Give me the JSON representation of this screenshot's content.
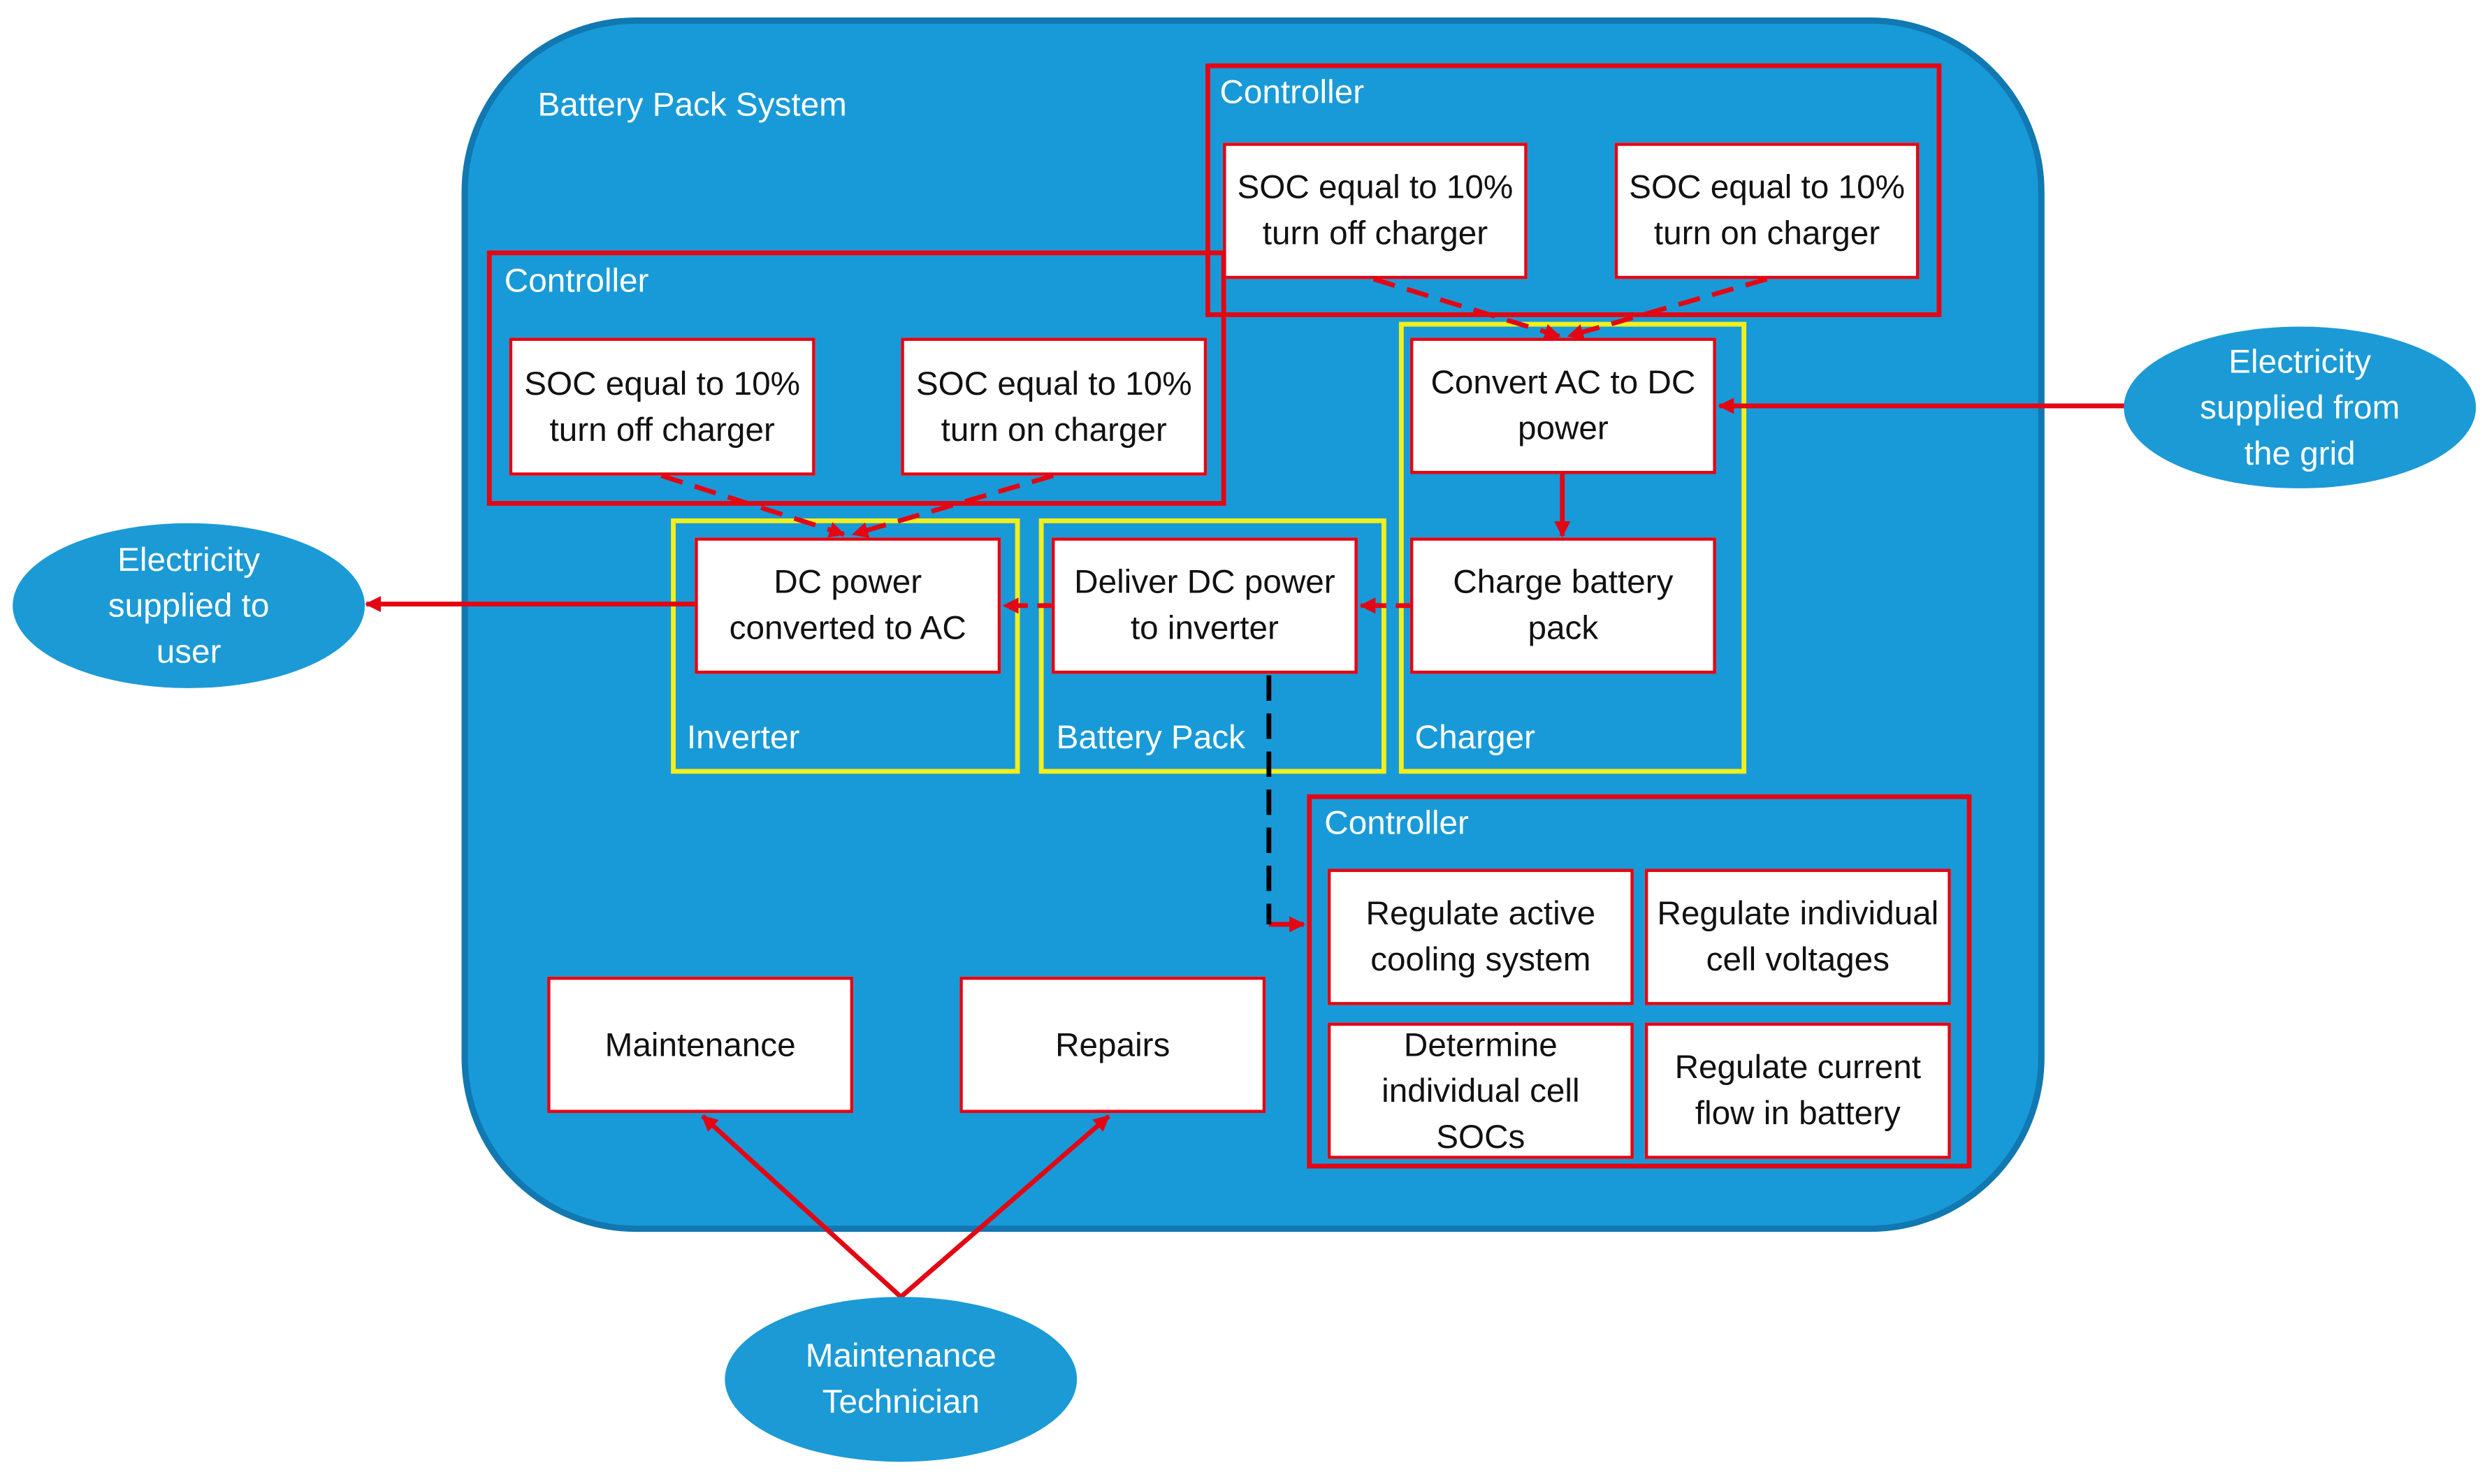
{
  "colors": {
    "pack_fill": "#199ad8",
    "pack_border": "#1178b1",
    "controller_border": "#e30613",
    "subsystem_border": "#f2ef1b",
    "arrow": "#e30613",
    "signal_line": "#000000",
    "external_node": "#1b9ad6"
  },
  "system": {
    "title": "Battery Pack System"
  },
  "controllers": {
    "charger_controller": {
      "label": "Controller",
      "rules": [
        "SOC equal to 10% turn off charger",
        "SOC equal to 10% turn on charger"
      ]
    },
    "inverter_controller": {
      "label": "Controller",
      "rules": [
        "SOC equal to 10% turn off charger",
        "SOC equal to 10% turn on charger"
      ]
    },
    "battery_controller": {
      "label": "Controller",
      "functions": [
        "Regulate active cooling system",
        "Regulate individual cell voltages",
        "Determine individual cell SOCs",
        "Regulate current flow in battery"
      ]
    }
  },
  "subsystems": {
    "inverter": {
      "label": "Inverter",
      "function": "DC power converted to AC"
    },
    "battery_pack": {
      "label": "Battery Pack",
      "function": "Deliver DC power to inverter"
    },
    "charger": {
      "label": "Charger",
      "functions": [
        "Convert AC to DC power",
        "Charge battery pack"
      ]
    }
  },
  "service": {
    "maintenance": "Maintenance",
    "repairs": "Repairs"
  },
  "external": {
    "grid": "Electricity supplied from the grid",
    "user": "Electricity supplied to user",
    "technician": "Maintenance Technician"
  }
}
